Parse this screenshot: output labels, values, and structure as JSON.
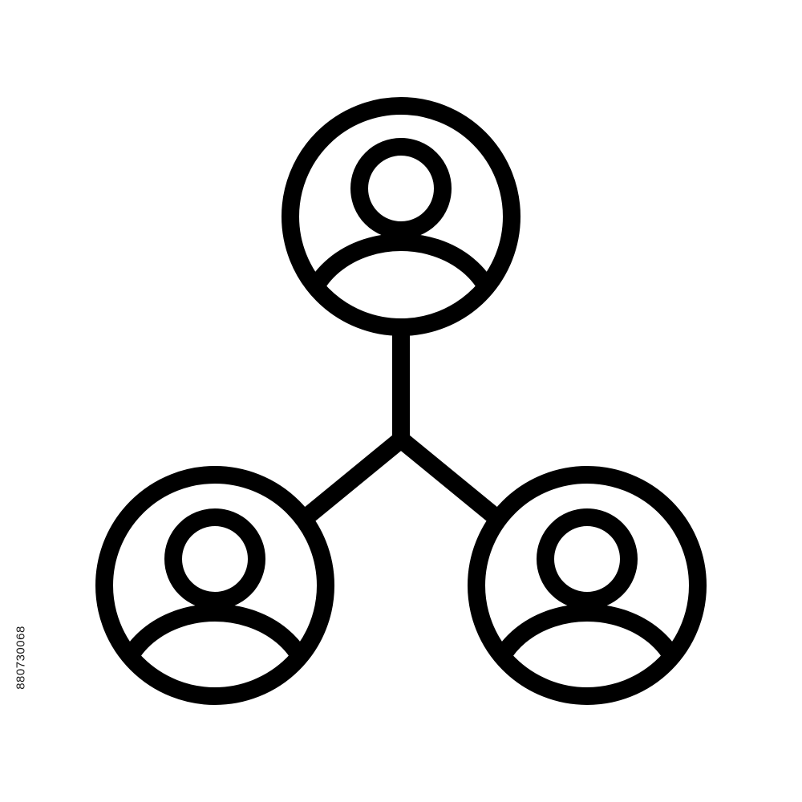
{
  "icon": {
    "name": "user-network-icon",
    "stroke_color": "#000000",
    "background_color": "#ffffff"
  },
  "nodes": [
    {
      "name": "user-node-top",
      "icon": "user-avatar-icon"
    },
    {
      "name": "user-node-left",
      "icon": "user-avatar-icon"
    },
    {
      "name": "user-node-right",
      "icon": "user-avatar-icon"
    }
  ],
  "watermark": {
    "stock_id": "880730068"
  }
}
